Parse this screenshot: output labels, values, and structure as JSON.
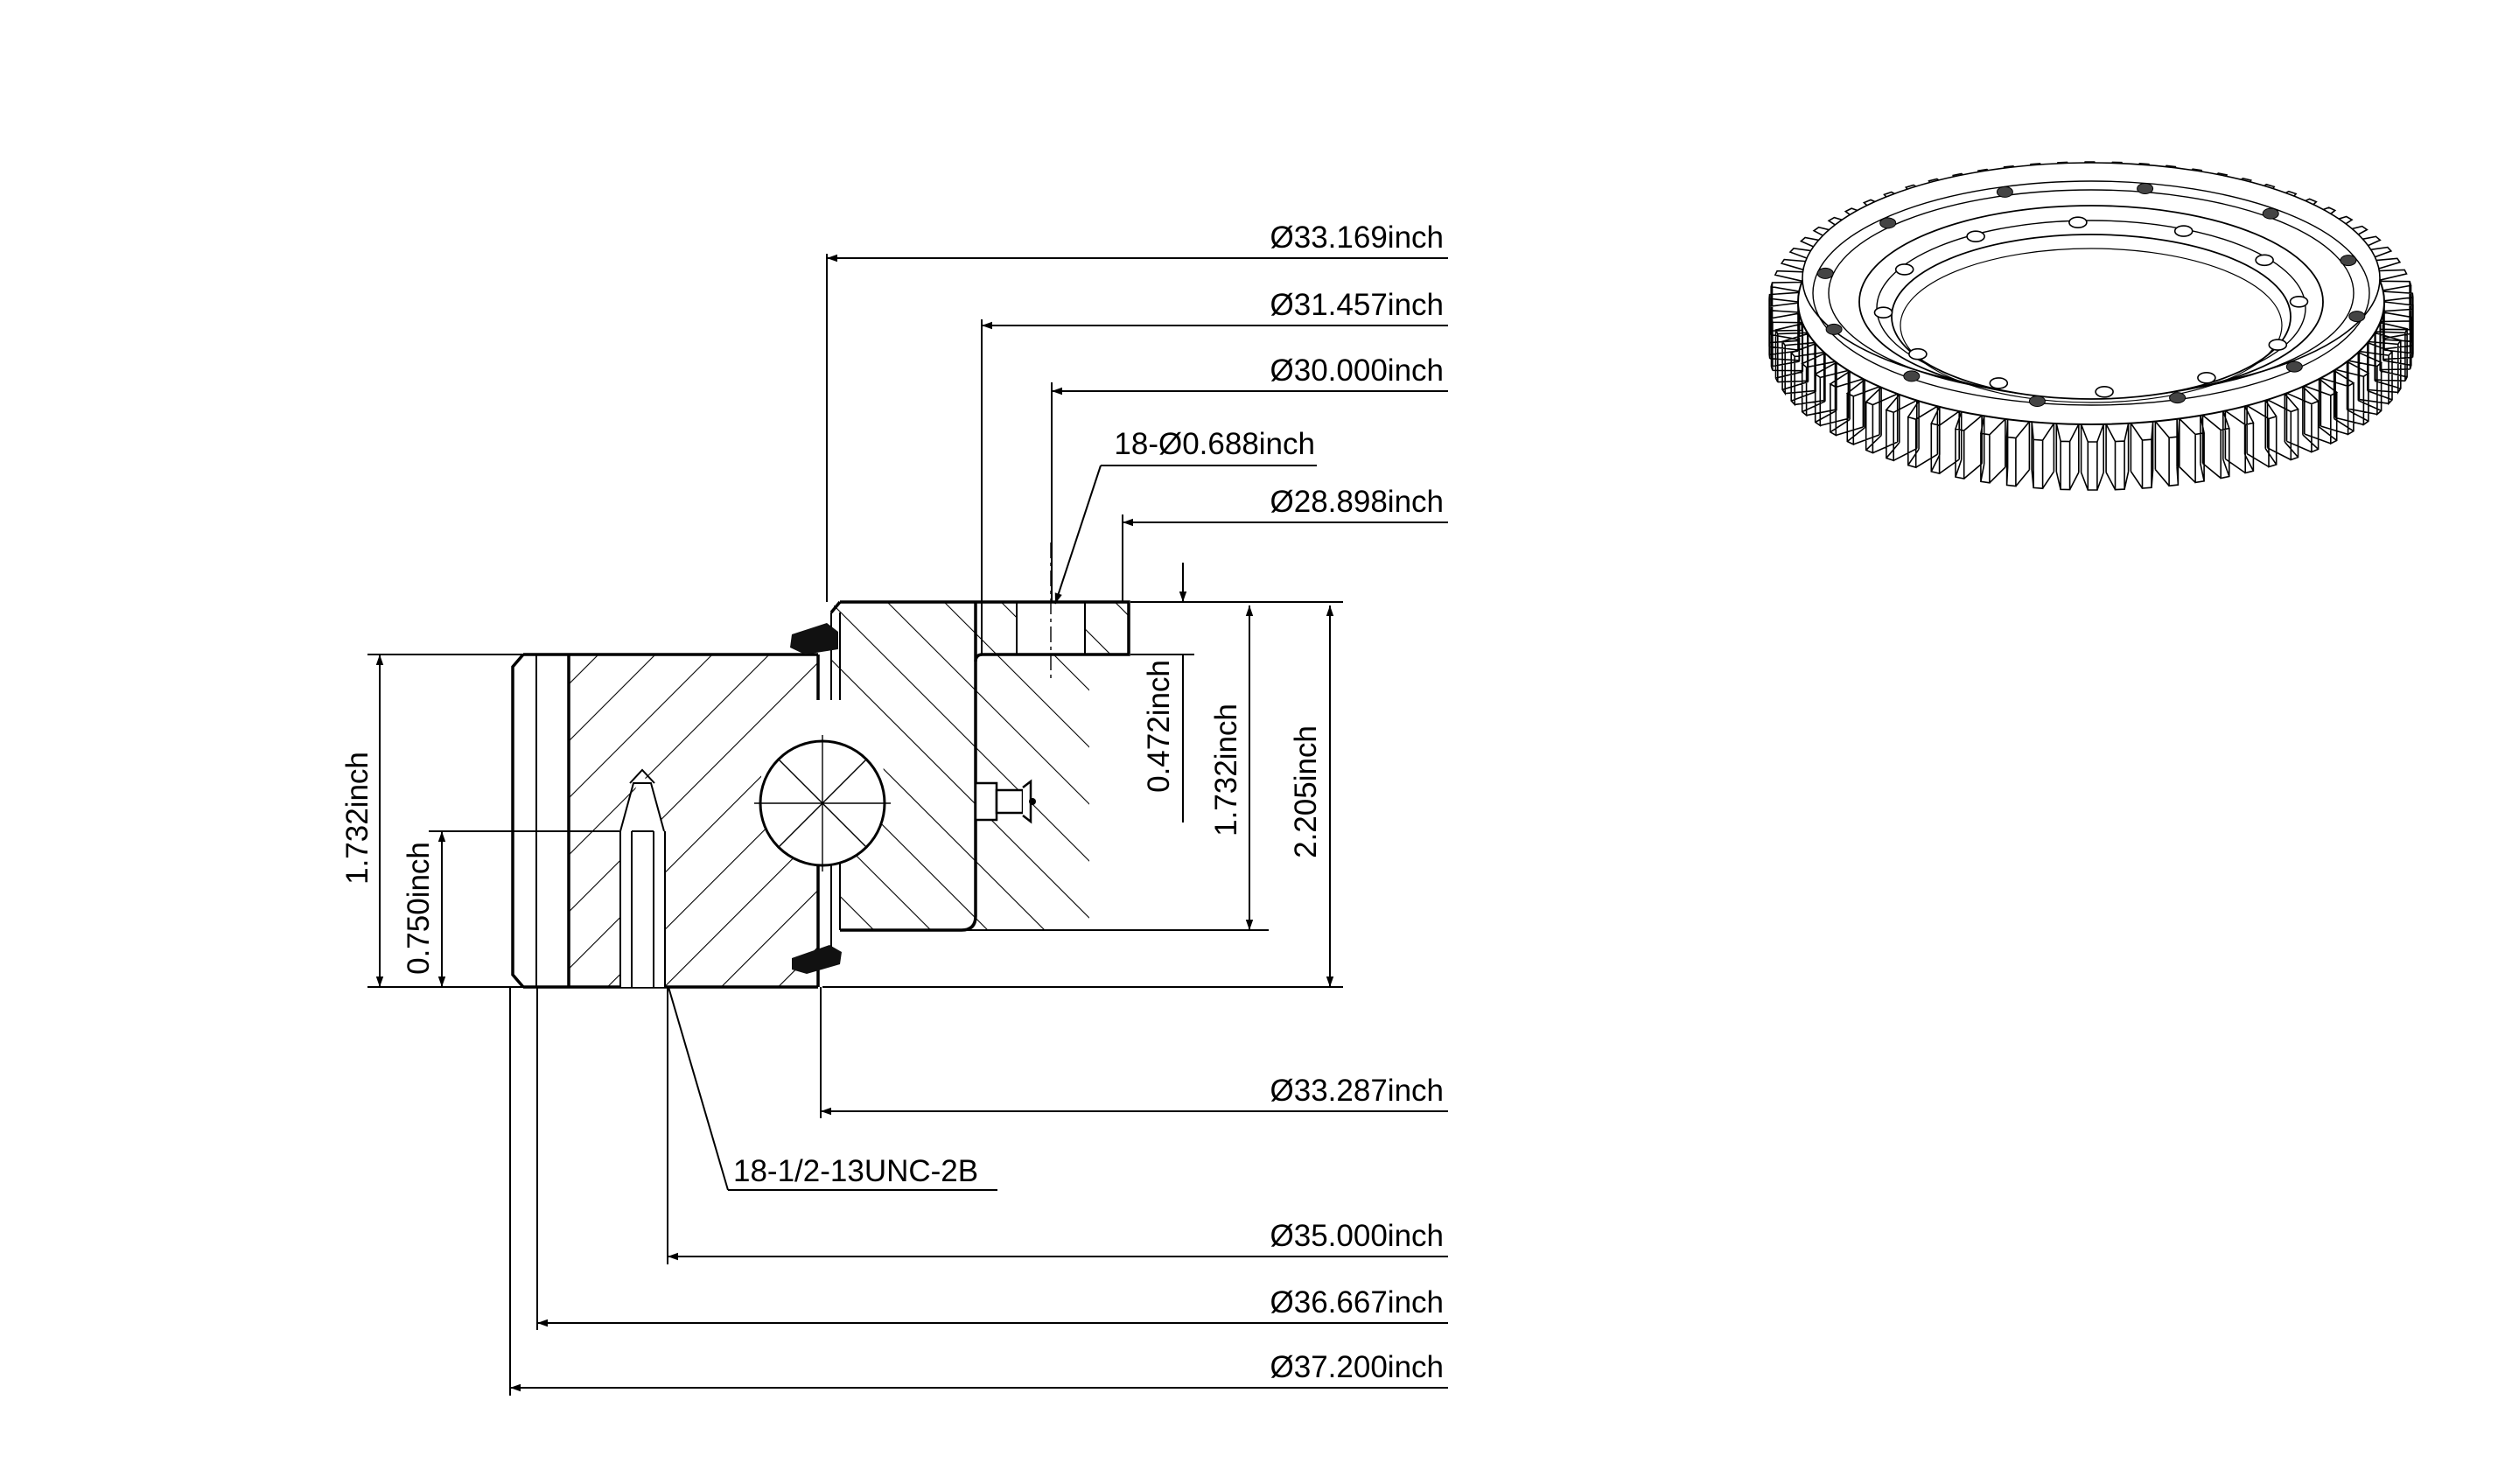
{
  "dimensions": {
    "d_33_169": "Ø33.169inch",
    "d_31_457": "Ø31.457inch",
    "d_30_000": "Ø30.000inch",
    "holes": "18-Ø0.688inch",
    "d_28_898": "Ø28.898inch",
    "h_0_472": "0.472inch",
    "h_1_732_right": "1.732inch",
    "h_2_205": "2.205inch",
    "h_1_732_left": "1.732inch",
    "h_0_750": "0.750inch",
    "d_33_287": "Ø33.287inch",
    "thread": "18-1/2-13UNC-2B",
    "d_35_000": "Ø35.000inch",
    "d_36_667": "Ø36.667inch",
    "d_37_200": "Ø37.200inch"
  },
  "gear_teeth": 74,
  "gear_holes_visible": 12
}
